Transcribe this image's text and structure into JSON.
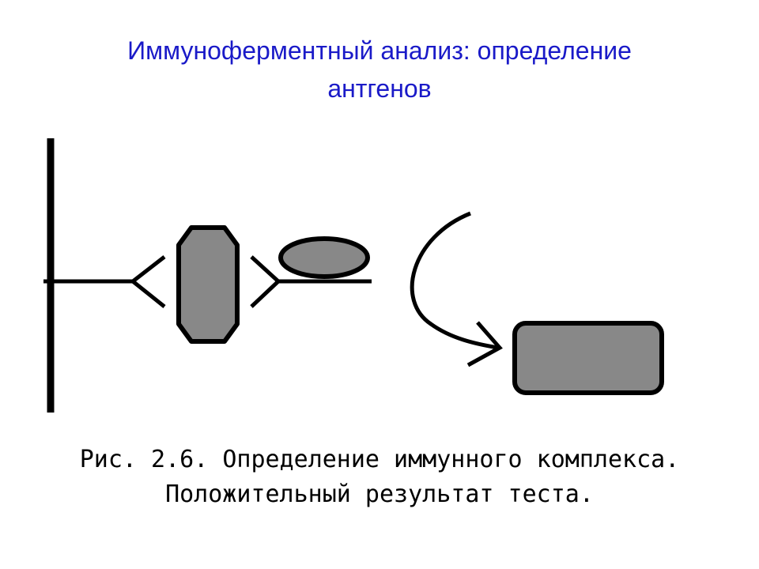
{
  "title": {
    "line1": "Иммуноферментный анализ: определение",
    "line2": "антгенов"
  },
  "caption": {
    "line1": "Рис. 2.6. Определение иммунного комплекса.",
    "line2": "Положительный результат теста."
  },
  "colors": {
    "title": "#1a1ac8",
    "shape_fill": "#888888",
    "stroke": "#000000"
  }
}
